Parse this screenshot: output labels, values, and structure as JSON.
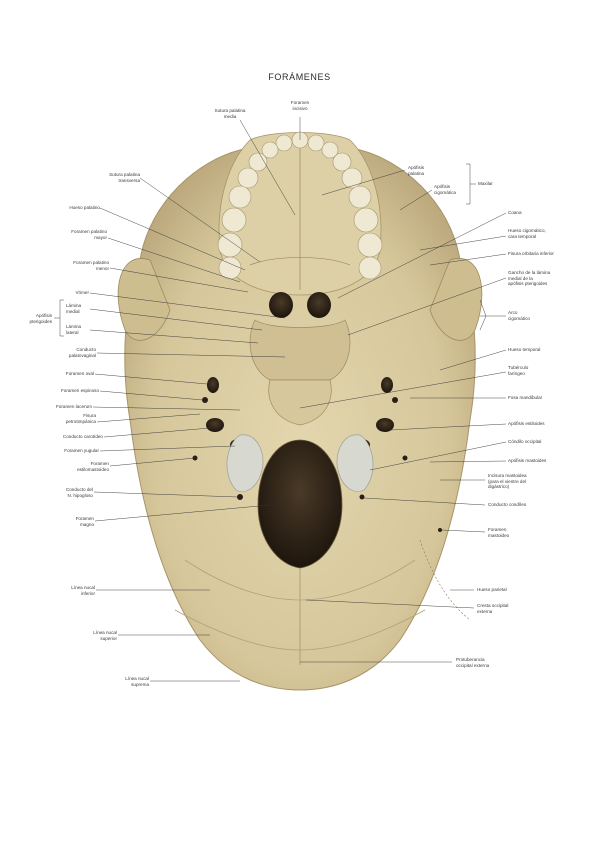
{
  "title": "FORÁMENES",
  "colors": {
    "bone": "#d9cba2",
    "bone_shadow": "#b7a57a",
    "cartilage": "#d7d8d0",
    "dark": "#2a1f14"
  },
  "labels": {
    "foramen_incisivo": "Foramen\nincisivo",
    "sutura_palatina_media": "Sutura palatina\nmedia",
    "sutura_palatina_transversa": "Sutura palatina\ntransversa",
    "hueso_palatino": "Hueso palatino",
    "foramen_palatino_mayor": "Foramen palatino\nmayor",
    "foramen_palatino_menor": "Foramen palatino\nmenor",
    "vomer": "Vómer",
    "lamina_medial": "Lámina\nmedial",
    "lamina_lateral": "Lámina\nlateral",
    "apofisis_pterigoides": "Apófisis\npterigoides",
    "conducto_palatovaginal": "Conducto\npalatovaginal",
    "foramen_oval": "Foramen oval",
    "foramen_espinoso": "Foramen espinoso",
    "foramen_lacerum": "Foramen lacerum",
    "fisura_petrotimpanica": "Fisura\npetrotimpánica",
    "conducto_carotideo": "Conducto carotídeo",
    "foramen_yugular": "Foramen yugular",
    "foramen_estilomastoideo": "Foramen\nestilomastoideo",
    "conducto_hipogloso": "Conducto del\nN. hipogloso",
    "foramen_magno": "Foramen\nmagno",
    "linea_nucal_inferior": "Línea nucal\ninferior",
    "linea_nucal_superior": "Línea nucal\nsuperior",
    "linea_nucal_suprema": "Línea nucal\nsuprema",
    "apofisis_palatina": "Apófisis\npalatina",
    "apofisis_cigomatica": "Apófisis\ncigomática",
    "maxilar": "Maxilar",
    "coana": "Coana",
    "hueso_cigomatico": "Hueso cigomático,\ncara temporal",
    "fisura_orbitaria_inferior": "Fisura orbitaria inferior",
    "gancho_lamina": "Gancho de la lámina\nmedial de la\napófisis pterigoides",
    "arco_cigomatico": "Arco\ncigomático",
    "hueso_temporal": "Hueso temporal",
    "tuberculo_faringeo": "Tubérculo\nfaríngeo",
    "fosa_mandibular": "Fosa mandibular",
    "apofisis_estiloides": "Apófisis estiloides",
    "condilo_occipital": "Cóndilo occipital",
    "apofisis_mastoides": "Apófisis mastoides",
    "incisura_mastoidea": "Incisura mastoidea\n(para el vientre del\ndigástrico)",
    "conducto_condileo": "Conducto condíleo",
    "foramen_mastoideo": "Foramen\nmastoideo",
    "hueso_parietal": "Hueso parietal",
    "cresta_occipital_externa": "Cresta occipital\nexterna",
    "protuberancia_occipital_externa": "Protuberancia\noccipital externa"
  }
}
